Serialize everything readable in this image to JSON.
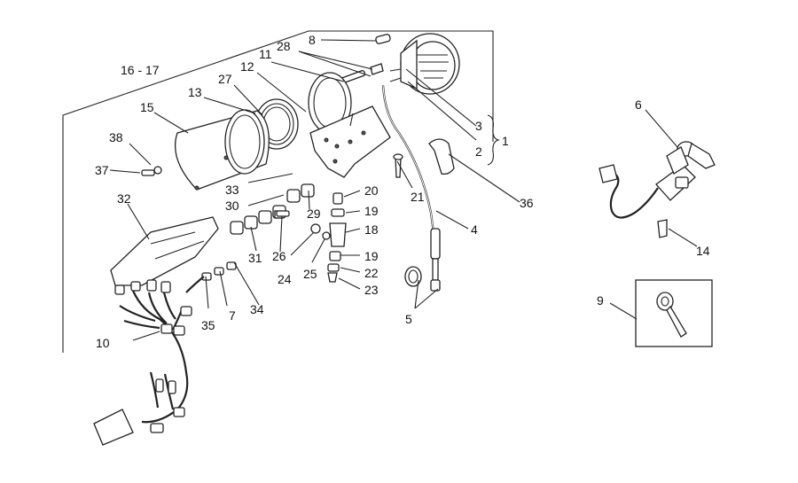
{
  "diagram": {
    "callouts": [
      {
        "id": "c1",
        "text": "1"
      },
      {
        "id": "c2",
        "text": "2"
      },
      {
        "id": "c3",
        "text": "3"
      },
      {
        "id": "c4",
        "text": "4"
      },
      {
        "id": "c5",
        "text": "5"
      },
      {
        "id": "c6",
        "text": "6"
      },
      {
        "id": "c7",
        "text": "7"
      },
      {
        "id": "c8",
        "text": "8"
      },
      {
        "id": "c9",
        "text": "9"
      },
      {
        "id": "c10",
        "text": "10"
      },
      {
        "id": "c11",
        "text": "11"
      },
      {
        "id": "c12",
        "text": "12"
      },
      {
        "id": "c13",
        "text": "13"
      },
      {
        "id": "c14",
        "text": "14"
      },
      {
        "id": "c15",
        "text": "15"
      },
      {
        "id": "c16_17",
        "text": "16 - 17"
      },
      {
        "id": "c18",
        "text": "18"
      },
      {
        "id": "c19a",
        "text": "19"
      },
      {
        "id": "c19b",
        "text": "19"
      },
      {
        "id": "c20",
        "text": "20"
      },
      {
        "id": "c21",
        "text": "21"
      },
      {
        "id": "c22",
        "text": "22"
      },
      {
        "id": "c23",
        "text": "23"
      },
      {
        "id": "c24",
        "text": "24"
      },
      {
        "id": "c25",
        "text": "25"
      },
      {
        "id": "c26",
        "text": "26"
      },
      {
        "id": "c27",
        "text": "27"
      },
      {
        "id": "c28",
        "text": "28"
      },
      {
        "id": "c29",
        "text": "29"
      },
      {
        "id": "c30",
        "text": "30"
      },
      {
        "id": "c31",
        "text": "31"
      },
      {
        "id": "c32",
        "text": "32"
      },
      {
        "id": "c33",
        "text": "33"
      },
      {
        "id": "c34",
        "text": "34"
      },
      {
        "id": "c35",
        "text": "35"
      },
      {
        "id": "c36",
        "text": "36"
      },
      {
        "id": "c37",
        "text": "37"
      },
      {
        "id": "c38",
        "text": "38"
      }
    ]
  }
}
